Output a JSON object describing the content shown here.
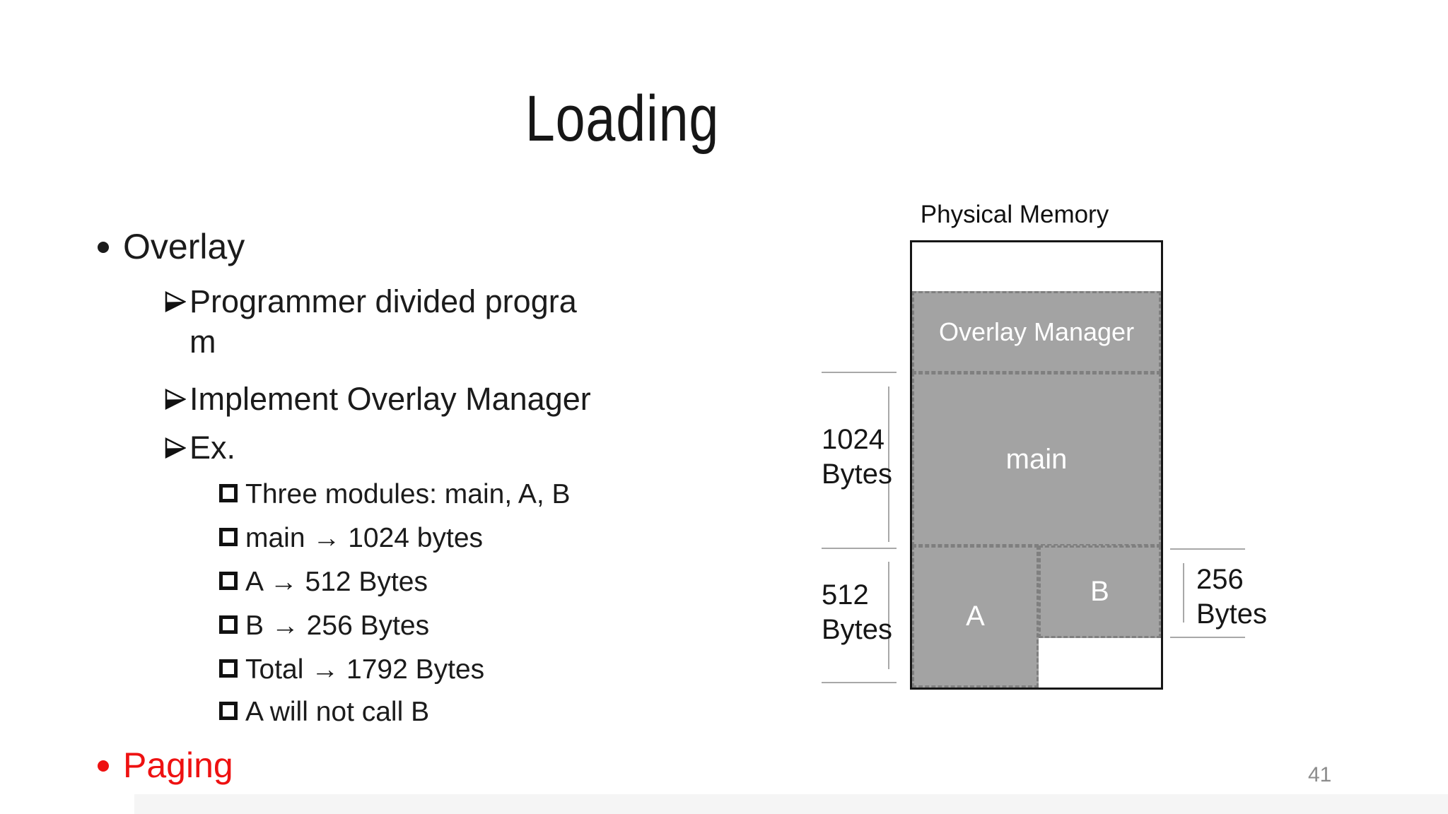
{
  "slide": {
    "title": "Loading",
    "page_number": "41"
  },
  "list": {
    "overlay": "Overlay",
    "level2": [
      "Programmer divided progra\nm",
      "Implement Overlay Manager",
      "Ex."
    ],
    "level3": [
      "Three modules: main, A, B",
      "main → 1024 bytes",
      "A → 512 Bytes",
      "B → 256 Bytes",
      "Total → 1792 Bytes",
      "A will not call B"
    ],
    "paging": "Paging"
  },
  "diagram": {
    "title": "Physical Memory",
    "regions": {
      "overlay_manager": "Overlay Manager",
      "main": "main",
      "a": "A",
      "b": "B"
    },
    "measures": {
      "bytes_1024": "1024\nBytes",
      "bytes_512": "512\nBytes",
      "bytes_256": "256\nBytes"
    }
  },
  "colors": {
    "accent_red": "#EE1111",
    "region_fill": "#A3A3A3",
    "dash_border": "#7F7F7F",
    "page_number_gray": "#8C8C8C"
  }
}
